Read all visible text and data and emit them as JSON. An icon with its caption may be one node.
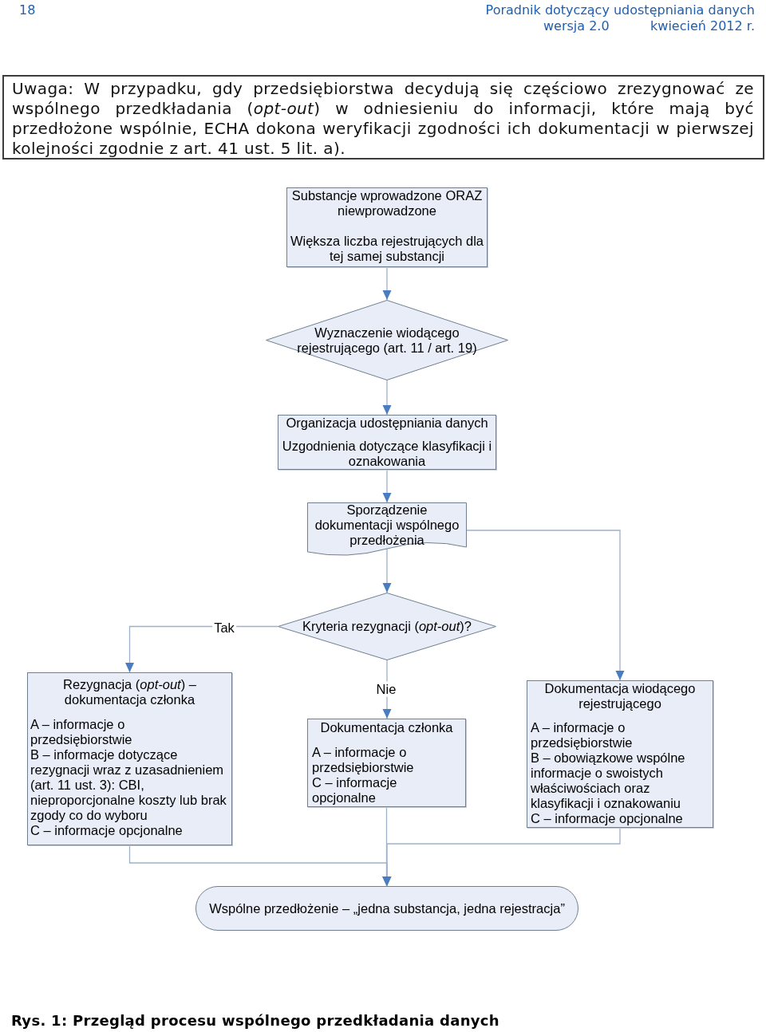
{
  "diagram": {
    "caption": "Rys. 1: Przegląd procesu wspólnego przedkładania danych",
    "nodes": [
      {
        "text": [
          "Uwaga: W przypadku, gdy przedsiębiorstwa decydują się częściowo zrezygnować ze wspólnego przedkładania (*opt-out*) w odniesieniu do informacji, które mają być przedłożone wspólnie, ECHA dokona weryfikacji zgodności ich dokumentacji w pierwszej kolejności zgodnie z art. 41 ust. 5 lit. a)."
        ]
      },
      {
        "text": [
          "Substancje wprowadzone ORAZ niewprowadzone",
          "Większa liczba rejestrujących dla tej samej substancji"
        ]
      },
      {
        "text": [
          "Wyznaczenie wiodącego rejestrującego (art. 11 / art. 19)"
        ]
      },
      {
        "text": [
          "Organizacja udostępniania danych",
          "Uzgodnienia dotyczące klasyfikacji i oznakowania"
        ]
      },
      {
        "text": [
          "Sporządzenie dokumentacji wspólnego przedłożenia"
        ]
      },
      {
        "text": [
          "Kryteria rezygnacji (*opt-out*)?"
        ]
      },
      {
        "text": [
          "Rezygnacja (*opt-out*) – dokumentacja członka",
          "A – informacje o przedsiębiorstwie",
          "B – informacje dotyczące rezygnacji wraz z uzasadnieniem (art. 11 ust. 3): CBI, nieproporcjonalne koszty lub brak zgody co do wyboru",
          "C – informacje opcjonalne"
        ]
      },
      {
        "text": [
          "Dokumentacja członka",
          "A – informacje o przedsiębiorstwie",
          "C – informacje opcjonalne"
        ]
      },
      {
        "text": [
          "Dokumentacja wiodącego rejestrującego",
          "A – informacje o przedsiębiorstwie",
          "B – obowiązkowe wspólne informacje o swoistych właściwościach oraz klasyfikacji i oznakowaniu",
          "C – informacje opcjonalne"
        ]
      },
      {
        "text": [
          "Wspólne przedłożenie – „jedna substancja, jedna rejestracja”"
        ]
      }
    ],
    "edges": [
      {
        "from": 1,
        "to": 2,
        "arrow": "to"
      },
      {
        "from": 2,
        "to": 3,
        "arrow": "to"
      },
      {
        "from": 3,
        "to": 4,
        "arrow": "to"
      },
      {
        "from": 4,
        "to": 5,
        "arrow": "to"
      },
      {
        "from": 4,
        "to": 8,
        "arrow": "to"
      },
      {
        "from": 5,
        "to": 6,
        "arrow": "to",
        "label": "Tak"
      },
      {
        "from": 5,
        "to": 7,
        "arrow": "to",
        "label": "Nie"
      },
      {
        "from": 6,
        "to": 9,
        "arrow": "to"
      },
      {
        "from": 7,
        "to": 9,
        "arrow": "to"
      },
      {
        "from": 8,
        "to": 9,
        "arrow": "to"
      }
    ],
    "labels": [
      "18",
      "Poradnik dotyczący udostępniania danych",
      "wersja 2.0",
      "kwiecień 2012 r."
    ]
  }
}
